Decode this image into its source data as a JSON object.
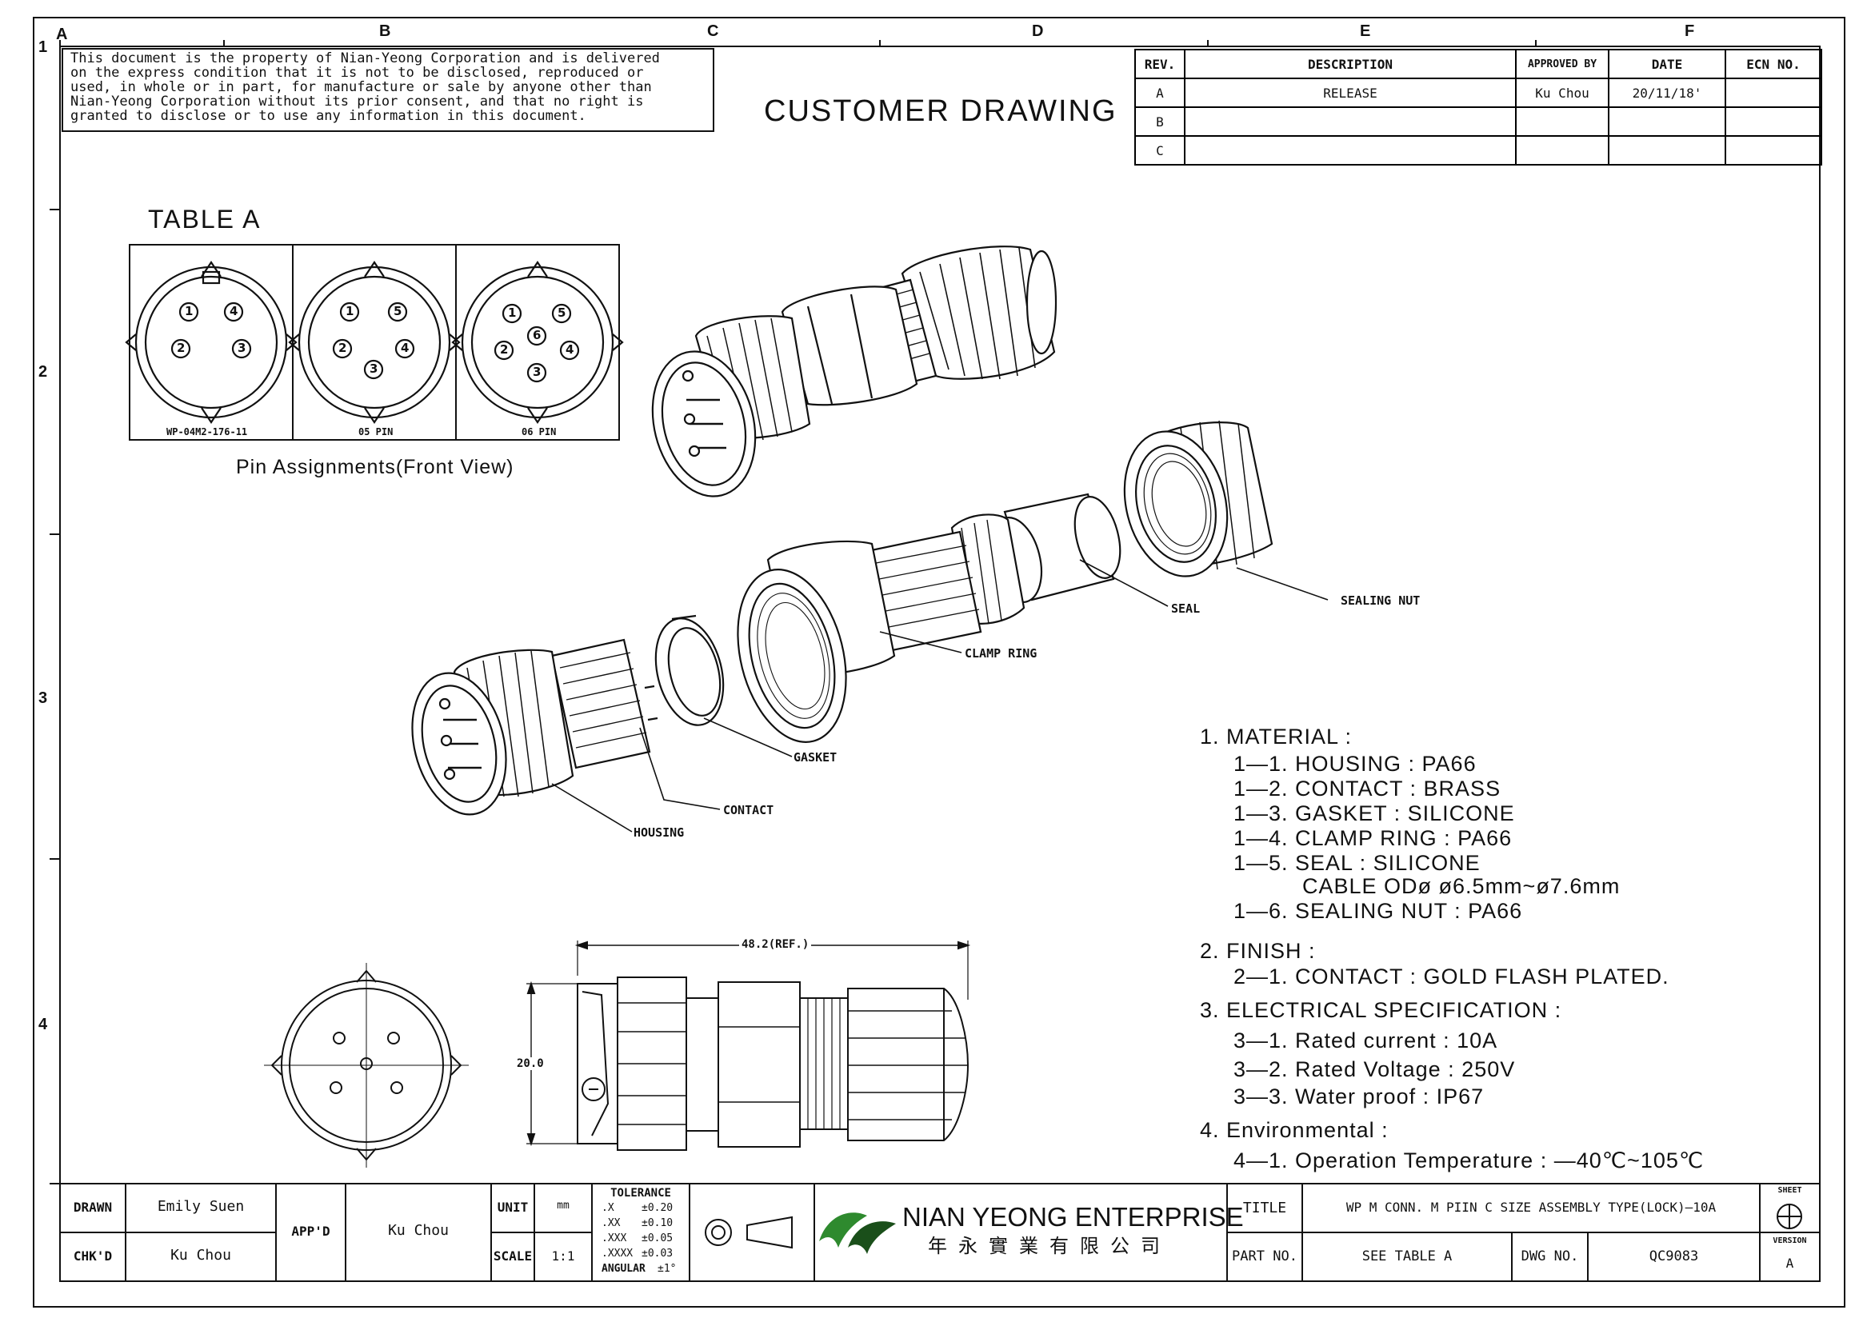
{
  "zones": {
    "columns": [
      "A",
      "B",
      "C",
      "D",
      "E",
      "F"
    ],
    "rows": [
      "1",
      "2",
      "3",
      "4"
    ]
  },
  "notice": [
    "This document is the property of Nian-Yeong Corporation and is delivered",
    "on  the  express condition that it is not to be disclosed, reproduced or",
    "used, in whole or in part, for manufacture or sale by anyone other than",
    "Nian-Yeong Corporation without  its prior consent, and that  no right  is",
    "granted to disclose or to use any information in this  document."
  ],
  "drawing_title": "CUSTOMER DRAWING",
  "revision_table": {
    "headers": [
      "REV.",
      "DESCRIPTION",
      "APPROVED BY",
      "DATE",
      "ECN NO."
    ],
    "rows": [
      {
        "rev": "A",
        "description": "RELEASE",
        "approved_by": "Ku Chou",
        "date": "20/11/18'",
        "ecn": ""
      },
      {
        "rev": "B",
        "description": "",
        "approved_by": "",
        "date": "",
        "ecn": ""
      },
      {
        "rev": "C",
        "description": "",
        "approved_by": "",
        "date": "",
        "ecn": ""
      }
    ]
  },
  "table_a": {
    "title": "TABLE A",
    "caption": "Pin Assignments(Front View)",
    "cells": [
      {
        "label": "WP-04M2-176-11",
        "pins": [
          "1",
          "4",
          "2",
          "3"
        ]
      },
      {
        "label": "05 PIN",
        "pins": [
          "1",
          "5",
          "2",
          "4",
          "3"
        ]
      },
      {
        "label": "06 PIN",
        "pins": [
          "1",
          "5",
          "6",
          "2",
          "4",
          "3"
        ]
      }
    ]
  },
  "callouts": {
    "seal": "SEAL",
    "sealing_nut": "SEALING NUT",
    "clamp_ring": "CLAMP RING",
    "gasket": "GASKET",
    "contact": "CONTACT",
    "housing": "HOUSING"
  },
  "dimensions": {
    "length": "48.2(REF.)",
    "diameter": "20.0"
  },
  "specs": {
    "material": "1.  MATERIAL  :",
    "items": [
      "1—1.  HOUSING  :  PA66",
      "1—2.  CONTACT  :  BRASS",
      "1—3.  GASKET  :  SILICONE",
      "1—4.  CLAMP    RING  :  PA66",
      "1—5.  SEAL  :  SILICONE",
      "CABLE  ODø  ø6.5mm~ø7.6mm",
      "1—6.  SEALING  NUT  :  PA66"
    ],
    "finish": "2.  FINISH  :",
    "finish_item": "2—1.  CONTACT  :  GOLD  FLASH  PLATED.",
    "electrical": "3.  ELECTRICAL  SPECIFICATION  :",
    "electrical_items": [
      "3—1.  Rated  current  :  10A",
      "3—2.  Rated  Voltage  :  250V",
      "3—3.  Water  proof  :  IP67"
    ],
    "environmental": "4.  Environmental  :",
    "environmental_item": "4—1.  Operation  Temperature  :  —40℃~105℃"
  },
  "title_block": {
    "drawn_label": "DRAWN",
    "drawn_value": "Emily Suen",
    "chkd_label": "CHK'D",
    "chkd_value": "Ku Chou",
    "appd_label": "APP'D",
    "appd_value": "Ku Chou",
    "unit_label": "UNIT",
    "unit_value": "mm",
    "scale_label": "SCALE",
    "scale_value": "1:1",
    "tolerance_title": "TOLERANCE",
    "tolerances": [
      {
        "k": ".X",
        "v": "±0.20"
      },
      {
        "k": ".XX",
        "v": "±0.10"
      },
      {
        "k": ".XXX",
        "v": "±0.05"
      },
      {
        "k": ".XXXX",
        "v": "±0.03"
      },
      {
        "k": "ANGULAR",
        "v": "±1°"
      }
    ],
    "company": "NIAN YEONG ENTERPRISE",
    "company_cn": "年永實業有限公司",
    "title_label": "TITLE",
    "title_value": "WP  M  CONN.  M  PIIN  C  SIZE  ASSEMBLY  TYPE(LOCK)—10A",
    "part_label": "PART NO.",
    "part_value": "SEE TABLE A",
    "dwg_label": "DWG NO.",
    "dwg_value": "QC9083",
    "sheet_label": "SHEET",
    "version_label": "VERSION",
    "version_value": "A"
  },
  "colors": {
    "ink": "#111111",
    "logo_green": "#2e8a2e",
    "logo_dark": "#1a4f1a"
  }
}
